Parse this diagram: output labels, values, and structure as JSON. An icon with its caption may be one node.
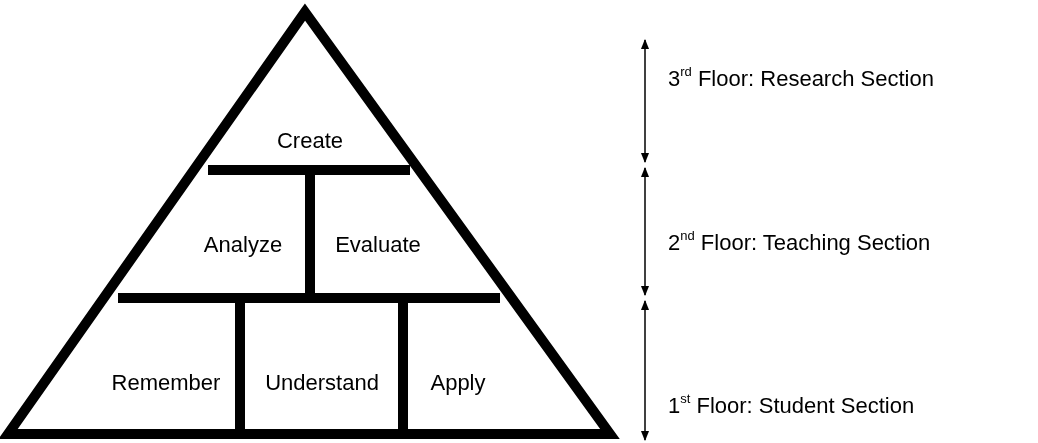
{
  "diagram": {
    "nodes": [
      {
        "text": [
          "Create"
        ]
      },
      {
        "text": [
          "Analyze"
        ]
      },
      {
        "text": [
          "Evaluate"
        ]
      },
      {
        "text": [
          "Remember"
        ]
      },
      {
        "text": [
          "Understand"
        ]
      },
      {
        "text": [
          "Apply"
        ]
      }
    ],
    "labels": [
      "3$^{rd}$ Floor: Research Section",
      "2$^{nd}$ Floor: Teaching Section",
      "1$^{st}$ Floor: Student Section"
    ]
  }
}
